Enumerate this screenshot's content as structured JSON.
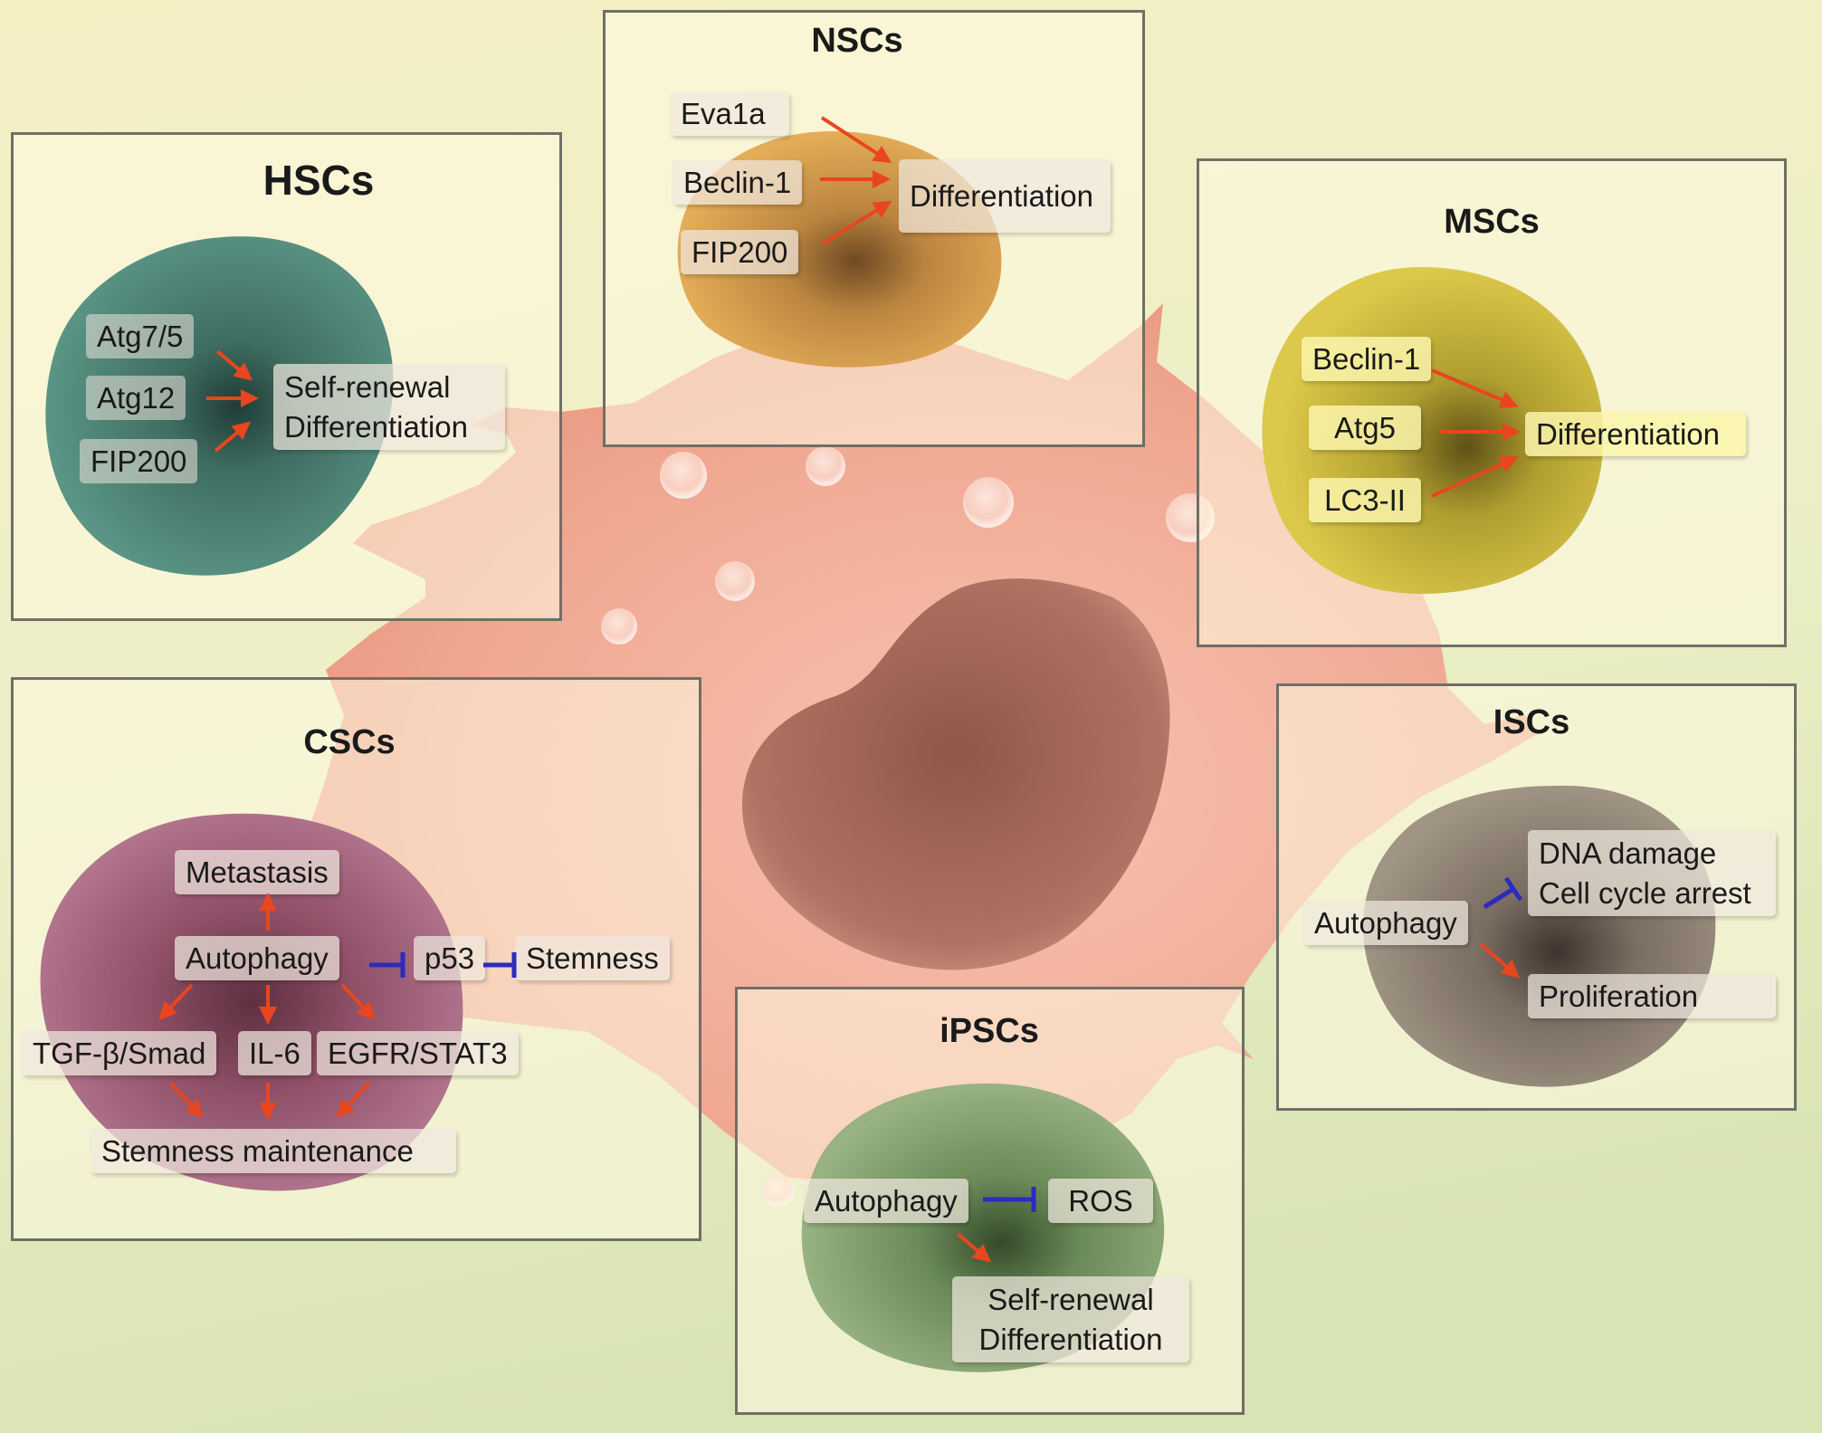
{
  "hscs": {
    "title": "HSCs",
    "factors": [
      "Atg7/5",
      "Atg12",
      "FIP200"
    ],
    "outcome_line1": "Self-renewal",
    "outcome_line2": "Differentiation"
  },
  "nscs": {
    "title": "NSCs",
    "factors": [
      "Eva1a",
      "Beclin-1",
      "FIP200"
    ],
    "outcome": "Differentiation"
  },
  "mscs": {
    "title": "MSCs",
    "factors": [
      "Beclin-1",
      "Atg5",
      "LC3-II"
    ],
    "outcome": "Differentiation"
  },
  "cscs": {
    "title": "CSCs",
    "metastasis": "Metastasis",
    "autophagy": "Autophagy",
    "p53": "p53",
    "stemness": "Stemness",
    "pathways": [
      "TGF-β/Smad",
      "IL-6",
      "EGFR/STAT3"
    ],
    "maintenance": "Stemness maintenance"
  },
  "iscs": {
    "title": "ISCs",
    "autophagy": "Autophagy",
    "inhibited_line1": "DNA damage",
    "inhibited_line2": "Cell cycle arrest",
    "promoted": "Proliferation"
  },
  "ipscs": {
    "title": "iPSCs",
    "autophagy": "Autophagy",
    "inhibited": "ROS",
    "outcome_line1": "Self-renewal",
    "outcome_line2": "Differentiation"
  },
  "colors": {
    "activation_arrow": "#e8461e",
    "inhibition_bar": "#2b2bbd",
    "hsc_cell": "#4f8a7a",
    "nsc_cell": "#d9a04a",
    "msc_cell": "#cdb73a",
    "csc_cell": "#9c5a72",
    "isc_cell": "#8a7d72",
    "ipsc_cell": "#7f9c68",
    "central_cell": "#f0a690"
  }
}
